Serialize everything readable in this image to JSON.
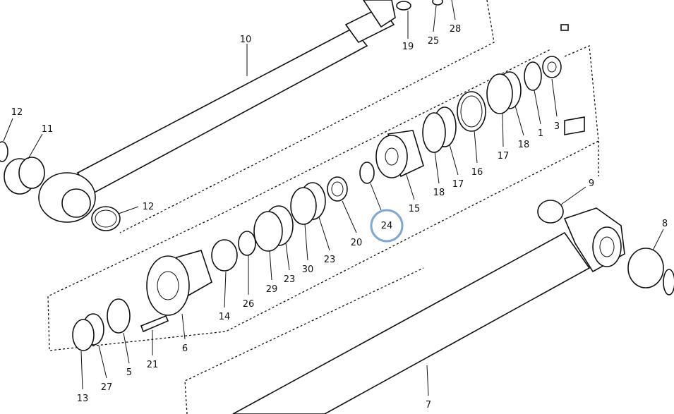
{
  "diagram": {
    "highlight_color": "#7fa7d0",
    "highlighted_part": "24",
    "callouts": [
      "10",
      "19",
      "25",
      "28",
      "12",
      "11",
      "12",
      "3",
      "1",
      "18",
      "17",
      "16",
      "17",
      "18",
      "15",
      "24",
      "20",
      "23",
      "30",
      "23",
      "29",
      "26",
      "14",
      "6",
      "21",
      "5",
      "27",
      "13",
      "9",
      "8",
      "7"
    ]
  }
}
